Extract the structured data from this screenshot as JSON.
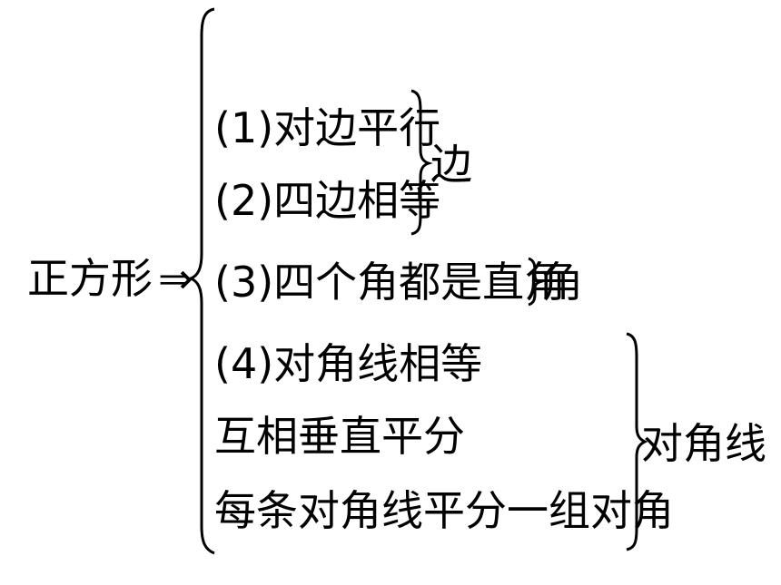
{
  "root": {
    "label": "正方形",
    "arrow": "⇒"
  },
  "groups": {
    "sides": {
      "items": [
        "(1)对边平行",
        "(2)四边相等"
      ],
      "category": "边"
    },
    "angles": {
      "items": [
        "(3)四个角都是直角"
      ],
      "category": "角"
    },
    "diagonals": {
      "items": [
        "(4)对角线相等",
        "互相垂直平分",
        "每条对角线平分一组对角"
      ],
      "category": "对角线"
    }
  }
}
